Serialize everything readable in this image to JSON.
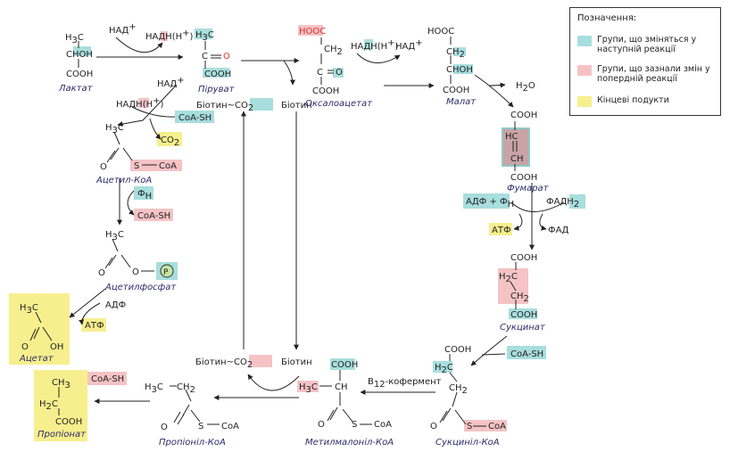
{
  "legend": {
    "title": "Позначення:",
    "items": [
      {
        "text": "Групи, що зміняться у наступній реакції",
        "color": "#a8dedd"
      },
      {
        "text": "Групи, що зазнали змін у попердній реакції",
        "color": "#f5c3c6"
      },
      {
        "text": "Кінцеві подукти",
        "color": "#f7ef8d"
      }
    ]
  },
  "colors": {
    "teal": "#a8dedd",
    "pink": "#f5c3c6",
    "yellow": "#f7ef8d",
    "label": "#2b2b6b"
  },
  "compounds": {
    "lactate": "Лактат",
    "pyruvate": "Піруват",
    "oxaloacetate": "Оксалоацетат",
    "malate": "Малат",
    "fumarate": "Фумарат",
    "succinate": "Сукцинат",
    "succinyl_coa": "Сукциніл-КоА",
    "methylmalonyl_coa": "Метилмалоніл-КоА",
    "propionyl_coa": "Пропіоніл-КоА",
    "propionate": "Пропіонат",
    "acetyl_coa": "Ацетил-КоА",
    "acetyl_phosphate": "Ацетилфосфат",
    "acetate": "Ацетат"
  },
  "reagents": {
    "nad": "НАД",
    "nadh": "НАДН(Н",
    "coa_sh": "CoA-SH",
    "co2": "CO",
    "biotin": "Біотин",
    "biotin_co2": "Біотин~CO",
    "h2o": "H",
    "adp_fn": "АДФ + Ф",
    "fad": "ФАД",
    "fadh2": "ФАДН",
    "atp": "АТФ",
    "adp": "АДФ",
    "fn": "Ф",
    "b12": "B",
    "b12_tail": "-кофермент"
  },
  "atoms": {
    "h3c": "H",
    "ch3": "CH",
    "hoh": "HOH",
    "cooh": "COOH",
    "hooc": "HOOC",
    "c": "C",
    "o": "O",
    "ch2": "CH",
    "h2c": "H",
    "choh": "CHOH",
    "hc": "HC",
    "ch": "CH",
    "s": "S",
    "coa": "CoA",
    "p": "P",
    "oh": "OH",
    "h": "H"
  }
}
